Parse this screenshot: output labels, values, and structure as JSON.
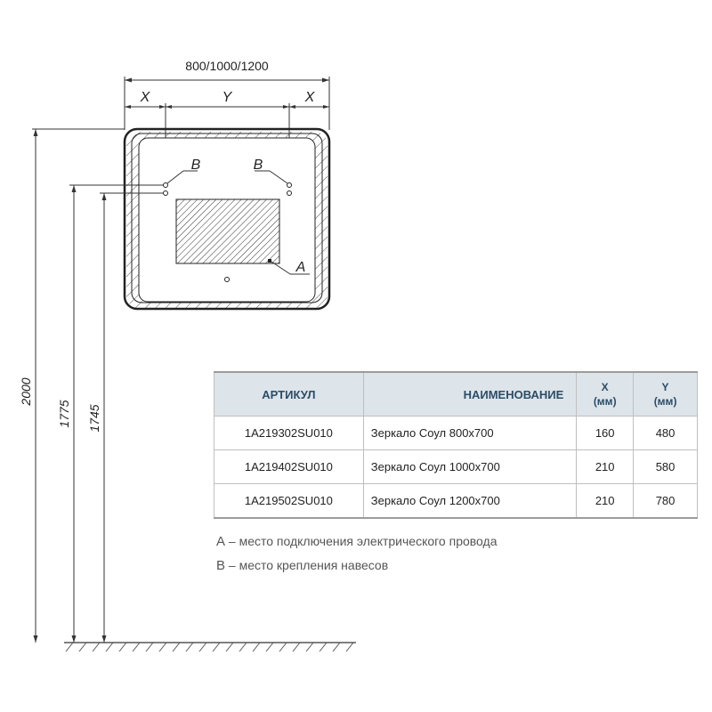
{
  "dimensions": {
    "overall_width": "800/1000/1200",
    "x_label": "X",
    "y_label": "Y",
    "height_total": "2000",
    "height_mount": "1775",
    "height_mount_2": "1745"
  },
  "callouts": {
    "b_left": "B",
    "b_right": "B",
    "a": "A"
  },
  "table": {
    "headers": {
      "article": "АРТИКУЛ",
      "name": "НАИМЕНОВАНИЕ",
      "x": "X",
      "x_unit": "(мм)",
      "y": "Y",
      "y_unit": "(мм)"
    },
    "rows": [
      {
        "article": "1A219302SU010",
        "name": "Зеркало Соул 800x700",
        "x": "160",
        "y": "480"
      },
      {
        "article": "1A219402SU010",
        "name": "Зеркало Соул 1000x700",
        "x": "210",
        "y": "580"
      },
      {
        "article": "1A219502SU010",
        "name": "Зеркало Соул 1200x700",
        "x": "210",
        "y": "780"
      }
    ]
  },
  "legend": [
    {
      "letter": "A",
      "text": " – место подключения электрического провода"
    },
    {
      "letter": "B",
      "text": " – место крепления навесов"
    }
  ],
  "colors": {
    "header_bg": "#dde4ea",
    "header_text": "#2b4d67",
    "line": "#333333"
  }
}
